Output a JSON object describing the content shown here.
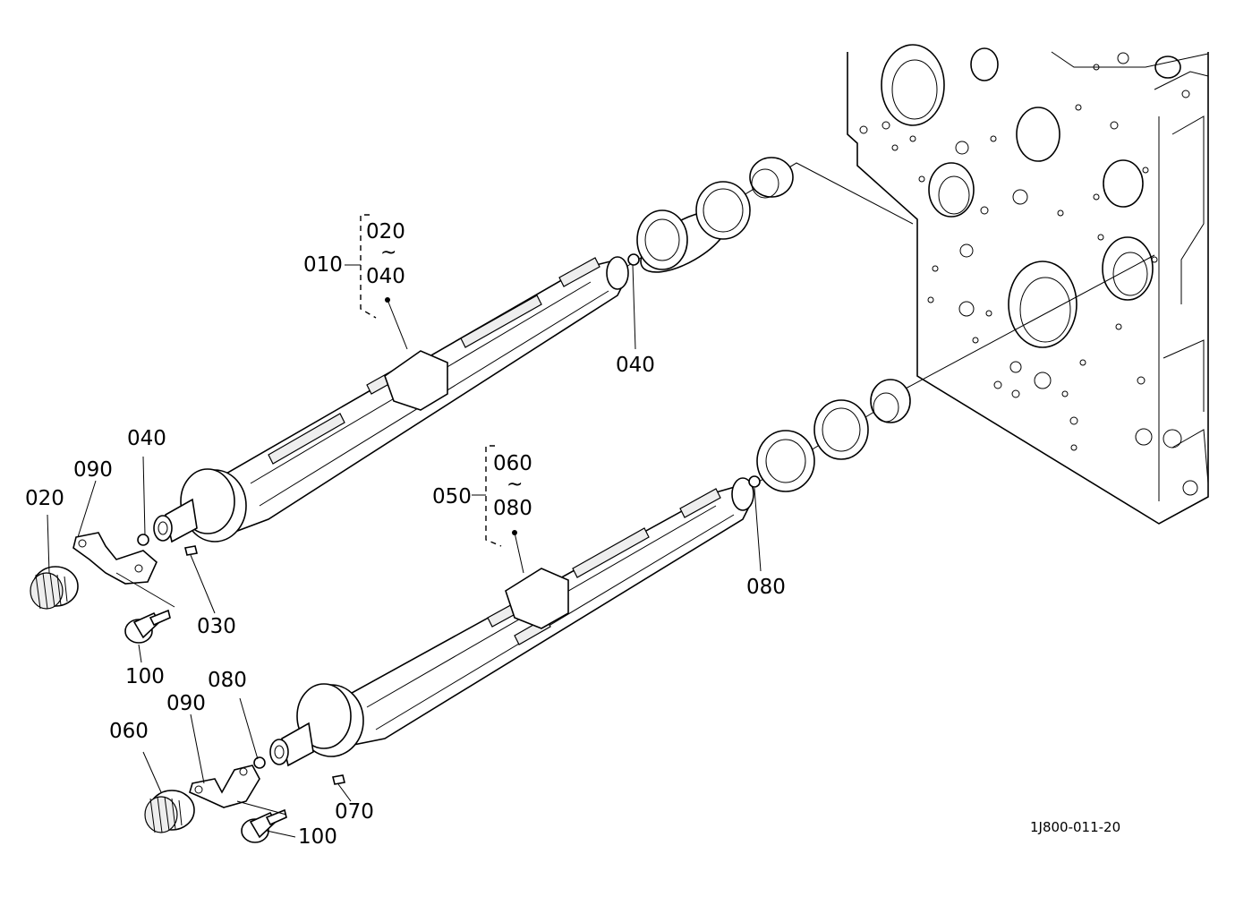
{
  "labels": {
    "assembly_upper": "010",
    "assembly_upper_range_start": "020",
    "assembly_upper_range_sep": "~",
    "assembly_upper_range_end": "040",
    "assembly_lower": "050",
    "assembly_lower_range_start": "060",
    "assembly_lower_range_sep": "~",
    "assembly_lower_range_end": "080",
    "gear_upper": "020",
    "plate_upper": "090",
    "ball_upper_front": "040",
    "ball_upper_rear": "040",
    "pin_upper": "030",
    "bolt_upper": "100",
    "gear_lower": "060",
    "plate_lower": "090",
    "ball_lower_front": "080",
    "ball_lower_rear": "080",
    "pin_lower": "070",
    "bolt_lower": "100"
  },
  "drawing_id": "1J800-011-20"
}
